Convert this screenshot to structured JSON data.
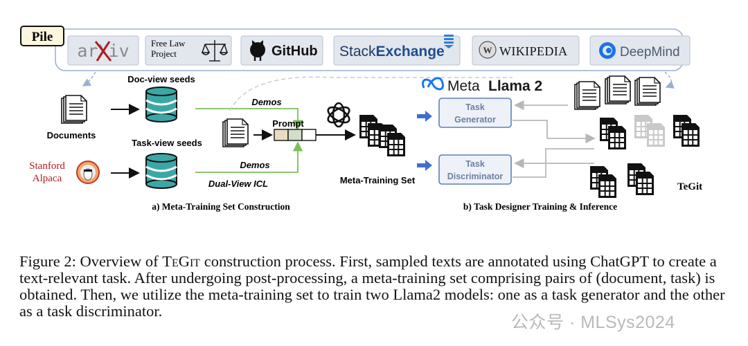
{
  "pile_label": "Pile",
  "sources": {
    "arxiv": "arXiv",
    "freelaw_1": "Free Law",
    "freelaw_2": "Project",
    "github": "GitHub",
    "stackexchange_a": "Stack",
    "stackexchange_b": "Exchange",
    "wikipedia": "WIKIPEDIA",
    "deepmind": "DeepMind"
  },
  "left": {
    "doc_seeds": "Doc-view seeds",
    "documents": "Documents",
    "task_seeds": "Task-view seeds",
    "stanford_1": "Stanford",
    "stanford_2": "Alpaca",
    "demos_top": "Demos",
    "demos_bottom": "Demos",
    "prompt": "Prompt",
    "dual_view": "Dual-View ICL",
    "meta_training_set": "Meta-Training Set",
    "section_a": "a) Meta-Training Set Construction"
  },
  "right": {
    "meta_brand": "Meta",
    "llama": "Llama 2",
    "gen_1": "Task",
    "gen_2": "Generator",
    "disc_1": "Task",
    "disc_2": "Discriminator",
    "tegit": "TeGit",
    "section_b": "b) Task Designer Training & Inference"
  },
  "caption": {
    "prefix": "Figure 2: Overview of ",
    "name": "TeGit",
    "suffix": " construction process. First, sampled texts are annotated using ChatGPT to create a text-relevant task. After undergoing post-processing, a meta-training set comprising pairs of (document, task) is obtained. Then, we utilize the meta-training set to train two Llama2 models: one as a task generator and the other as a task discriminator."
  },
  "watermark": "公众号 · MLSys2024",
  "colors": {
    "db_teal": "#3aa7a6",
    "box_blue": "#5b7fb8",
    "arrow_blue": "#3f6fd1",
    "green_line": "#7bbf5a",
    "pile_tag_bg": "#fbf6dd",
    "deepmind_blue": "#1a73e8",
    "arxiv_red": "#b31b1b"
  }
}
